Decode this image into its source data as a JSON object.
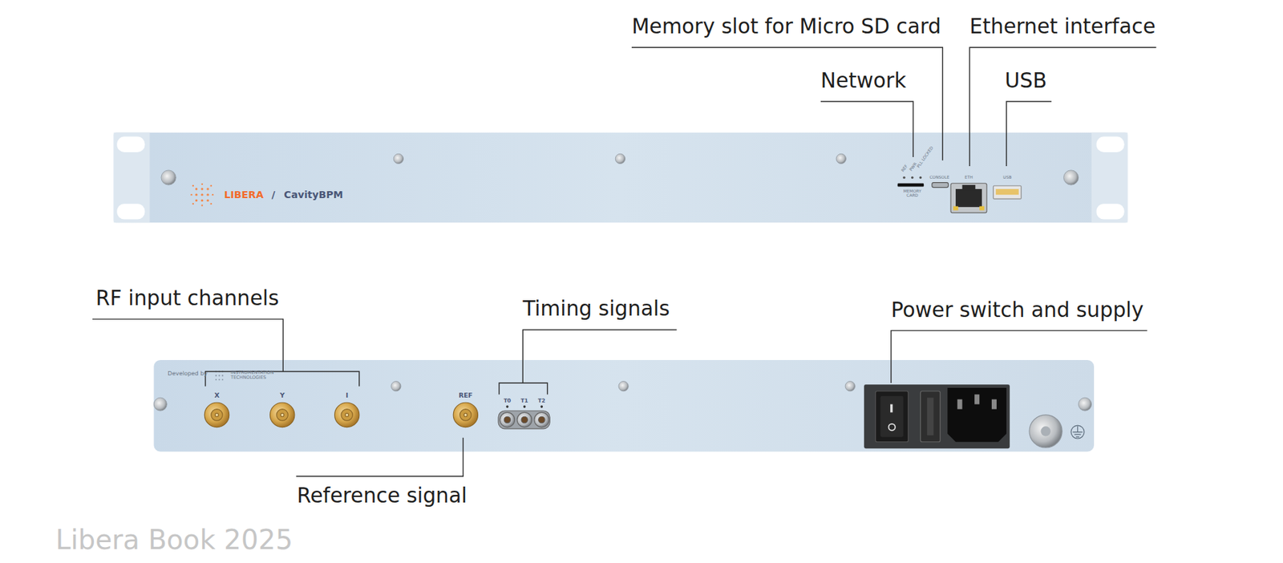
{
  "diagram": {
    "labels": [
      "Memory slot for Micro SD card",
      "Ethernet interface",
      "Network",
      "USB",
      "RF input channels",
      "Timing signals",
      "Power switch and supply",
      "Reference signal",
      "Libera Book 2025",
      "LIBERA",
      "/",
      "CavityBPM",
      "MEMORY CARD",
      "REF",
      "PWR",
      "PLL LOCKED",
      "CONSOLE",
      "ETH",
      "USB",
      "Developed by",
      "INSTRUMENTATION TECHNOLOGIES",
      "X",
      "Y",
      "I",
      "REF",
      "T0",
      "T1",
      "T2"
    ]
  }
}
